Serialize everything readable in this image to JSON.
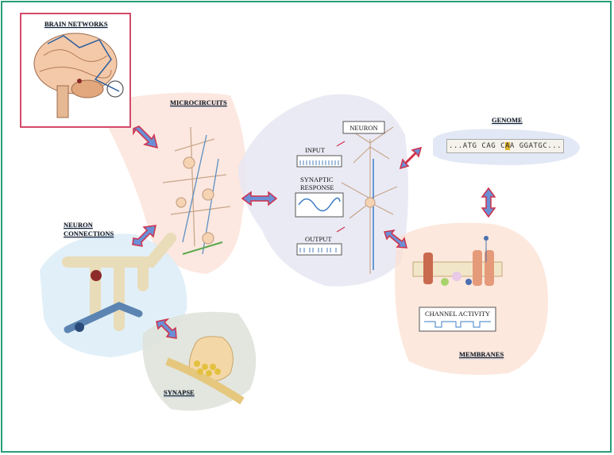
{
  "labels": {
    "brain_networks": "BRAIN NETWORKS",
    "microcircuits": "MICROCIRCUITS",
    "neuron_connections_1": "NEURON",
    "neuron_connections_2": "CONNECTIONS",
    "synapse": "SYNAPSE",
    "neuron": "NEURON",
    "input": "INPUT",
    "synaptic_response_1": "SYNAPTIC",
    "synaptic_response_2": "RESPONSE",
    "output": "OUTPUT",
    "genome": "GENOME",
    "genome_seq_before": "...ATG CAG C",
    "genome_seq_highlight": "A",
    "genome_seq_after": "A GGATGC...",
    "channel_activity": "CHANNEL ACTIVITY",
    "membranes": "MEMBRANES"
  },
  "colors": {
    "frame": "#2a9d78",
    "arrow_fill": "#6b8fd6",
    "arrow_stroke": "#d0304a",
    "brain_box": "#d24a6a"
  }
}
